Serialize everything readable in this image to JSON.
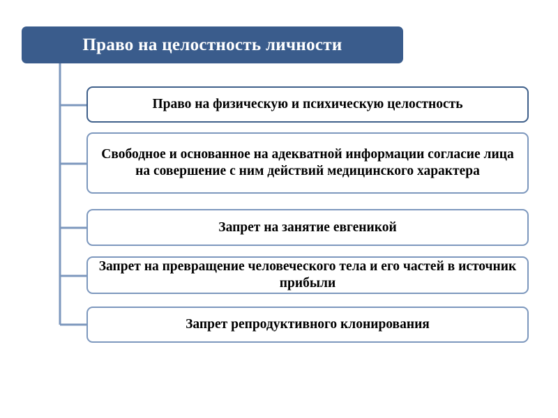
{
  "diagram": {
    "type": "hierarchy-tree",
    "title": "Право на целостность личности",
    "root": {
      "label": "Право на целостность личности",
      "fill_color": "#3A5C8C",
      "text_color": "#FFFFFF"
    },
    "branch_color": "#7C97BD",
    "children": [
      {
        "id": "node-1",
        "label": "Право на физическую и психическую целостность",
        "border_color": "#3E5F8A",
        "text_color": "#000000"
      },
      {
        "id": "node-2",
        "label": "Свободное и основанное на адекватной информации согласие лица на совершение с ним действий медицинского характера",
        "border_color": "#7C97BD",
        "text_color": "#000000"
      },
      {
        "id": "node-3",
        "label": "Запрет на занятие евгеникой",
        "border_color": "#7C97BD",
        "text_color": "#000000"
      },
      {
        "id": "node-4",
        "label": "Запрет на превращение человеческого тела и его частей в источник прибыли",
        "border_color": "#7C97BD",
        "text_color": "#000000"
      },
      {
        "id": "node-5",
        "label": "Запрет репродуктивного клонирования",
        "border_color": "#7C97BD",
        "text_color": "#000000"
      }
    ]
  }
}
